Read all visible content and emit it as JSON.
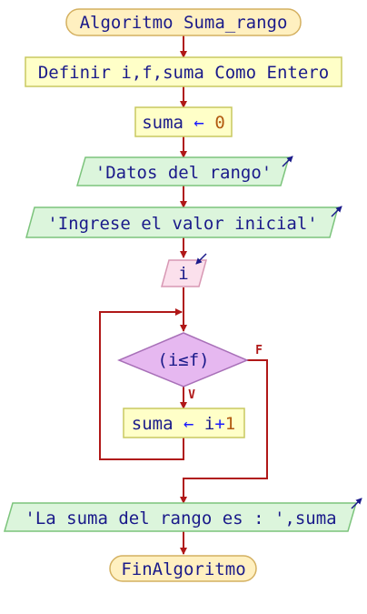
{
  "colors": {
    "line": "#b01818",
    "text": "#1a1a8a",
    "number": "#b25a10",
    "op": "#1a1aff",
    "terminal_fill": "#fff0c0",
    "terminal_stroke": "#d4b060",
    "process_fill": "#ffffc8",
    "process_stroke": "#c8c860",
    "output_fill": "#dcf5dc",
    "output_stroke": "#7cc47c",
    "input_fill": "#fbe0ec",
    "input_stroke": "#d898b4",
    "decision_fill": "#e6b8f0",
    "decision_stroke": "#a870b8",
    "arrow_icon": "#1a1a8a"
  },
  "nodes": {
    "start": "Algoritmo Suma_rango",
    "define": "Definir i,f,suma Como Entero",
    "assign_var": "suma",
    "assign_arrow": " ← ",
    "assign_value": "0",
    "output1": "'Datos del rango'",
    "output2": "'Ingrese el valor inicial'",
    "input1": "i",
    "condition": "(i≤f)",
    "true_label": "V",
    "false_label": "F",
    "loop_var": "suma",
    "loop_arrow": " ← ",
    "loop_i": "i",
    "loop_plus": "+",
    "loop_one": "1",
    "output3": "'La suma del rango es : ',suma",
    "end": "FinAlgoritmo"
  },
  "icons": [
    "output-arrow-icon",
    "input-arrow-icon"
  ]
}
